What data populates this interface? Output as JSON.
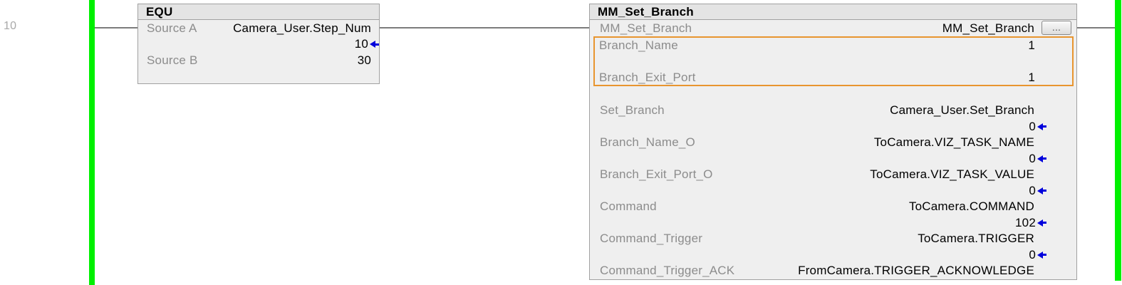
{
  "rung": {
    "number": "10"
  },
  "colors": {
    "rail_green": "#00F000",
    "orange_box": "#E8952F",
    "arrow_blue": "#0000DC",
    "label_gray": "#8C8C8C"
  },
  "equ_block": {
    "title": "EQU",
    "source_a_label": "Source A",
    "source_a_operand": "Camera_User.Step_Num",
    "source_a_value": "10",
    "source_b_label": "Source B",
    "source_b_value": "30"
  },
  "aoi_block": {
    "title": "MM_Set_Branch",
    "instance_label": "MM_Set_Branch",
    "instance_tag": "MM_Set_Branch",
    "browse_button": "...",
    "input_box": [
      {
        "label": "Branch_Name",
        "value": "1"
      },
      {
        "label": "Branch_Exit_Port",
        "value": "1"
      }
    ],
    "params": [
      {
        "label": "Set_Branch",
        "operand": "Camera_User.Set_Branch",
        "value": "0"
      },
      {
        "label": "Branch_Name_O",
        "operand": "ToCamera.VIZ_TASK_NAME",
        "value": "0"
      },
      {
        "label": "Branch_Exit_Port_O",
        "operand": "ToCamera.VIZ_TASK_VALUE",
        "value": "0"
      },
      {
        "label": "Command",
        "operand": "ToCamera.COMMAND",
        "value": "102"
      },
      {
        "label": "Command_Trigger",
        "operand": "ToCamera.TRIGGER",
        "value": "0"
      },
      {
        "label": "Command_Trigger_ACK",
        "operand": "FromCamera.TRIGGER_ACKNOWLEDGE"
      }
    ]
  }
}
